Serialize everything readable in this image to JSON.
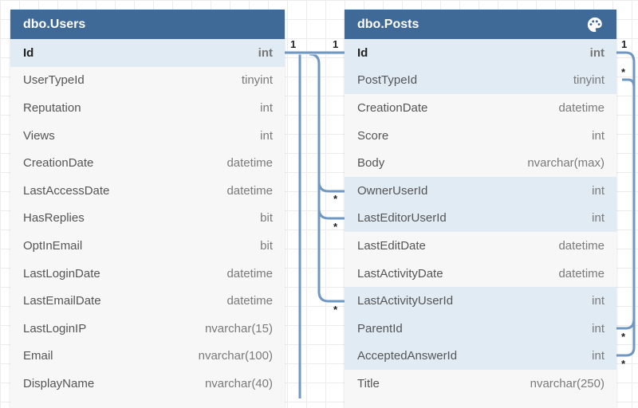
{
  "tables": {
    "users": {
      "name": "dbo.Users",
      "columns": [
        {
          "name": "Id",
          "type": "int"
        },
        {
          "name": "UserTypeId",
          "type": "tinyint"
        },
        {
          "name": "Reputation",
          "type": "int"
        },
        {
          "name": "Views",
          "type": "int"
        },
        {
          "name": "CreationDate",
          "type": "datetime"
        },
        {
          "name": "LastAccessDate",
          "type": "datetime"
        },
        {
          "name": "HasReplies",
          "type": "bit"
        },
        {
          "name": "OptInEmail",
          "type": "bit"
        },
        {
          "name": "LastLoginDate",
          "type": "datetime"
        },
        {
          "name": "LastEmailDate",
          "type": "datetime"
        },
        {
          "name": "LastLoginIP",
          "type": "nvarchar(15)"
        },
        {
          "name": "Email",
          "type": "nvarchar(100)"
        },
        {
          "name": "DisplayName",
          "type": "nvarchar(40)"
        }
      ]
    },
    "posts": {
      "name": "dbo.Posts",
      "columns": [
        {
          "name": "Id",
          "type": "int"
        },
        {
          "name": "PostTypeId",
          "type": "tinyint"
        },
        {
          "name": "CreationDate",
          "type": "datetime"
        },
        {
          "name": "Score",
          "type": "int"
        },
        {
          "name": "Body",
          "type": "nvarchar(max)"
        },
        {
          "name": "OwnerUserId",
          "type": "int"
        },
        {
          "name": "LastEditorUserId",
          "type": "int"
        },
        {
          "name": "LastEditDate",
          "type": "datetime"
        },
        {
          "name": "LastActivityDate",
          "type": "datetime"
        },
        {
          "name": "LastActivityUserId",
          "type": "int"
        },
        {
          "name": "ParentId",
          "type": "int"
        },
        {
          "name": "AcceptedAnswerId",
          "type": "int"
        },
        {
          "name": "Title",
          "type": "nvarchar(250)"
        }
      ]
    }
  },
  "relationships": {
    "one_label": "1",
    "many_label": "*"
  },
  "colors": {
    "header": "#3f6a97",
    "highlight_row": "#e1ebf4",
    "link_line": "#6f97c0"
  },
  "icons": {
    "posts_header": "palette-icon"
  }
}
